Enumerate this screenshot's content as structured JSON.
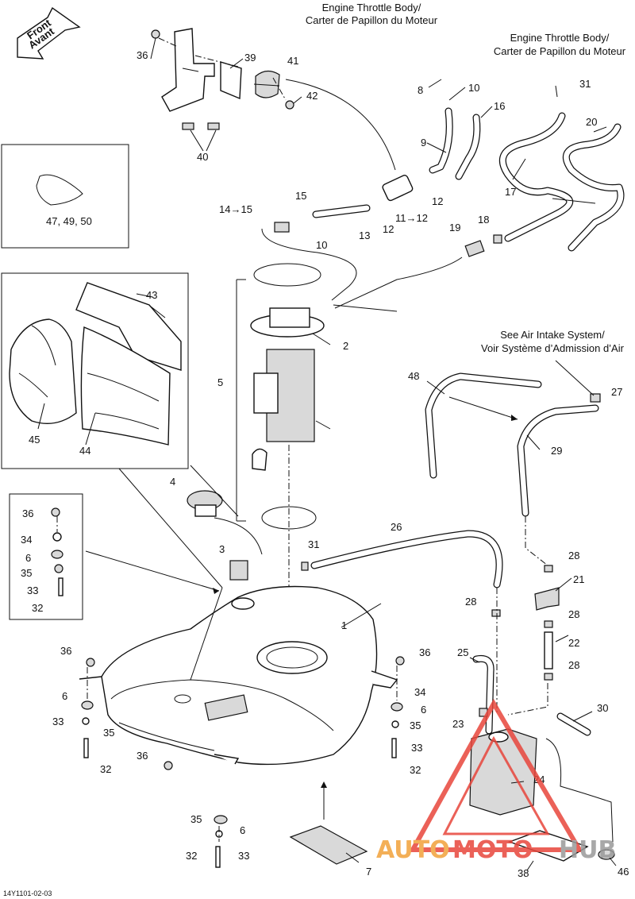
{
  "direction_badge": {
    "line1": "Front",
    "line2": "Avant"
  },
  "callouts": {
    "throttle_1": {
      "line1": "Engine Throttle Body/",
      "line2": "Carter de Papillon du Moteur"
    },
    "throttle_2": {
      "line1": "Engine Throttle Body/",
      "line2": "Carter de Papillon du Moteur"
    },
    "air_intake": {
      "line1": "See Air Intake System/",
      "line2": "Voir Système d’Admission d’Air"
    }
  },
  "inset_clamp_label": "47, 49, 50",
  "labels": {
    "p1": "1",
    "p2": "2",
    "p3": "3",
    "p4": "4",
    "p5": "5",
    "p7": "7",
    "p8": "8",
    "p9": "9",
    "p10a": "10",
    "p10b": "10",
    "p11_12": "11→12",
    "p12a": "12",
    "p12b": "12",
    "p13": "13",
    "p14_15": "14→15",
    "p15": "15",
    "p16": "16",
    "p17": "17",
    "p18": "18",
    "p19": "19",
    "p20": "20",
    "p21": "21",
    "p22": "22",
    "p23": "23",
    "p24": "24",
    "p25": "25",
    "p26": "26",
    "p27": "27",
    "p28a": "28",
    "p28b": "28",
    "p28c": "28",
    "p28d": "28",
    "p29": "29",
    "p30": "30",
    "p31a": "31",
    "p31b": "31",
    "p32a": "32",
    "p32b": "32",
    "p32c": "32",
    "p32d": "32",
    "p33a": "33",
    "p33b": "33",
    "p33c": "33",
    "p33d": "33",
    "p34a": "34",
    "p34b": "34",
    "p35a": "35",
    "p35b": "35",
    "p35c": "35",
    "p35d": "35",
    "p36a": "36",
    "p36b": "36",
    "p36c": "36",
    "p36d": "36",
    "p36e": "36",
    "p38": "38",
    "p39": "39",
    "p40": "40",
    "p41": "41",
    "p42": "42",
    "p43": "43",
    "p44": "44",
    "p45": "45",
    "p46": "46",
    "p48": "48",
    "p6a": "6",
    "p6b": "6",
    "p6c": "6",
    "p6d": "6"
  },
  "drawing_code": "14Y1101-02-03",
  "watermark": {
    "left": "AUTO",
    "mid": "MOTO",
    "right": "HUB",
    "colors": [
      "#f2a23a",
      "#e8463c",
      "#9a9a9a"
    ]
  }
}
